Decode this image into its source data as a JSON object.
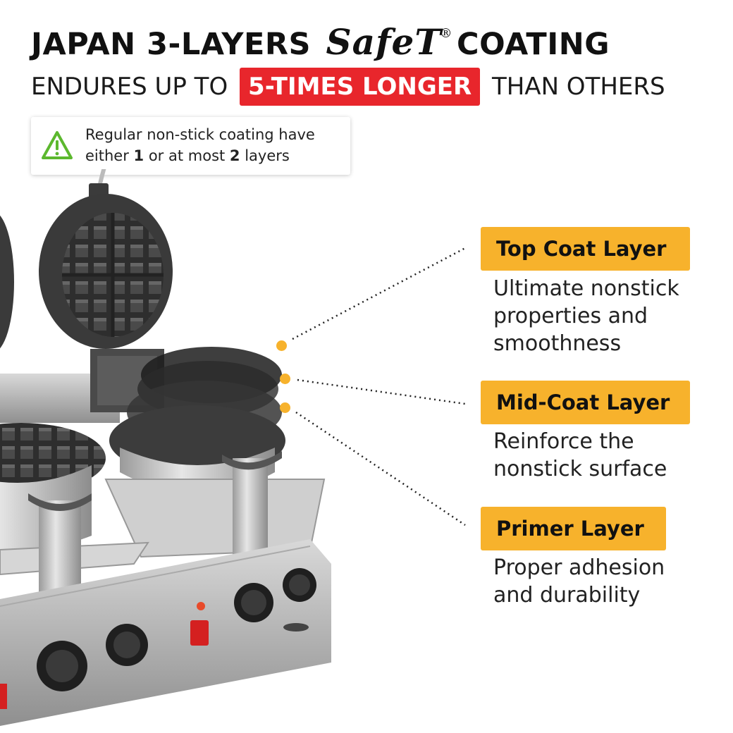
{
  "headline": {
    "prefix": "JAPAN 3-LAYERS",
    "brand": "SafeT",
    "registered": "®",
    "suffix": "COATING"
  },
  "subline": {
    "before": "ENDURES UP TO",
    "highlight": "5-TIMES LONGER",
    "after": "THAN OTHERS"
  },
  "note": {
    "icon": "warning-triangle-icon",
    "text_1": "Regular non-stick coating have either ",
    "num_1": "1",
    "text_2": " or at most ",
    "num_2": "2",
    "text_3": " layers"
  },
  "layers": [
    {
      "label": "Top Coat Layer",
      "line_1": "Ultimate nonstick",
      "line_2": "properties and",
      "line_3": "smoothness"
    },
    {
      "label": "Mid-Coat Layer",
      "line_1": "Reinforce the",
      "line_2": "nonstick surface"
    },
    {
      "label": "Primer Layer",
      "line_1": "Proper adhesion",
      "line_2": "and durability"
    }
  ],
  "colors": {
    "accent_yellow": "#f7b22c",
    "highlight_red": "#e8262c",
    "warning_green": "#5cb82e"
  }
}
